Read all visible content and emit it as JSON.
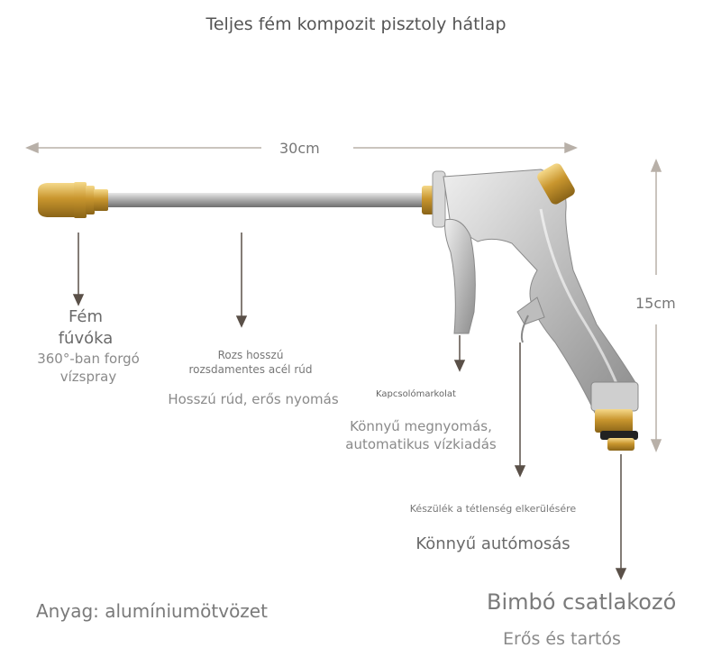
{
  "title": "Teljes fém kompozit pisztoly hátlap",
  "dimensions": {
    "length": "30cm",
    "height": "15cm"
  },
  "callouts": {
    "nozzle": {
      "title_line1": "Fém",
      "title_line2": "fúvóka",
      "desc_line1": "360°-ban forgó",
      "desc_line2": "vízspray"
    },
    "rod": {
      "desc_line1": "Rozs hosszú",
      "desc_line2": "rozsdamentes acél rúd",
      "title": "Hosszú rúd, erős nyomás"
    },
    "trigger": {
      "small_label": "Kapcsolómarkolat",
      "desc_line1": "Könnyű megnyomás,",
      "desc_line2": "automatikus vízkiadás"
    },
    "lock": {
      "small_label": "Készülék a tétlenség elkerülésére",
      "title": "Könnyű autómosás"
    },
    "connector": {
      "title": "Bimbó csatlakozó",
      "subtitle": "Erős és tartós"
    },
    "material": {
      "label": "Anyag: alumíniumötvözet"
    }
  },
  "colors": {
    "brass": "#c9962e",
    "silver": "#c8c8c8",
    "arrow": "#5a5048"
  }
}
